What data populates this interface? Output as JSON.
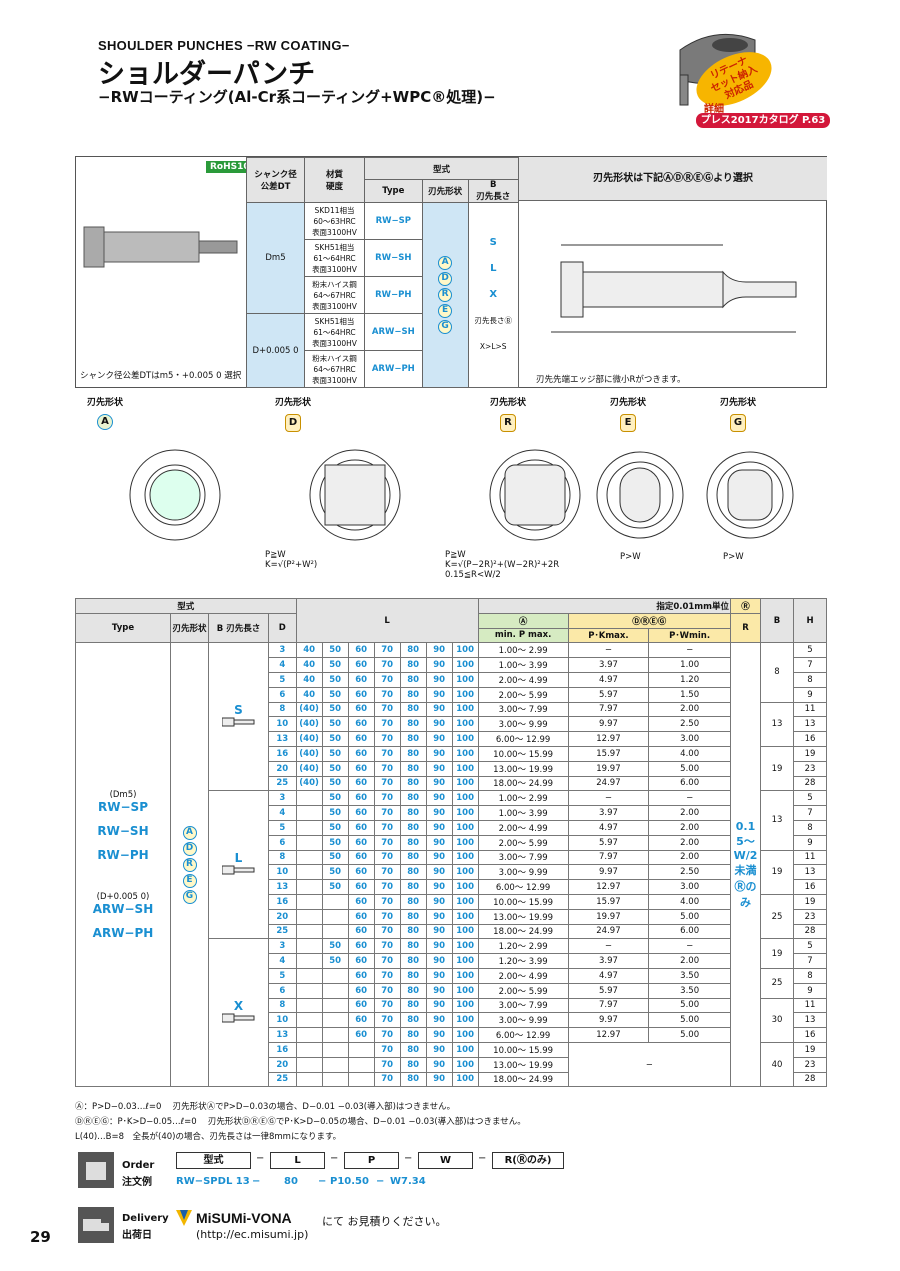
{
  "header": {
    "en": "SHOULDER PUNCHES −RW COATING−",
    "ja": "ショルダーパンチ",
    "sub": "−RWコーティング(Al-Cr系コーティング+WPC®処理)−",
    "badge": "リテーナ\nセット納入\n対応品",
    "detail": "詳細",
    "catalog": "プレス2017カタログ P.63"
  },
  "spec": {
    "rohs": "RoHS10",
    "col_shank": "シャンク径\n公差DT",
    "col_mat": "材質",
    "col_hard": "硬度",
    "col_katashiki": "型式",
    "col_type": "Type",
    "col_hasaki": "刃先形状",
    "col_blen": "B\n刃先長さ",
    "col_select": "刃先形状は下記ⒶⒹⓇⒺⒼより選択",
    "shank1": "Dm5",
    "shank2": "D+0.005 0",
    "note_shank": "シャンク径公差DTはm5・+0.005 0 選択",
    "edge_note": "刃先先端エッジ部に微小Rがつきます。",
    "rows": [
      {
        "mat": "SKD11相当\n60〜63HRC\n表面3100HV",
        "type": "RW−SP"
      },
      {
        "mat": "SKH51相当\n61〜64HRC\n表面3100HV",
        "type": "RW−SH"
      },
      {
        "mat": "粉末ハイス鋼\n64〜67HRC\n表面3100HV",
        "type": "RW−PH"
      },
      {
        "mat": "SKH51相当\n61〜64HRC\n表面3100HV",
        "type": "ARW−SH"
      },
      {
        "mat": "粉末ハイス鋼\n64〜67HRC\n表面3100HV",
        "type": "ARW−PH"
      }
    ],
    "shapes": [
      "A",
      "D",
      "R",
      "E",
      "G"
    ],
    "blens": [
      "S",
      "L",
      "X"
    ],
    "blen_note": "刃先長さⒷ\nX>L>S"
  },
  "shape_labels": [
    "刃先形状",
    "刃先形状",
    "刃先形状",
    "刃先形状",
    "刃先形状"
  ],
  "shape_notes": {
    "D": "P≧W\nK=√(P²+W²)",
    "R": "P≧W\nK=√(P−2R)²+(W−2R)²+2R\n0.15≦R<W/2",
    "E": "P>W",
    "G": "P>W"
  },
  "main": {
    "katashiki": "型式",
    "unit": "指定0.01mm単位",
    "h_type": "Type",
    "h_hasaki": "刃先形状",
    "h_blen": "B 刃先長さ",
    "h_D": "D",
    "h_L": "L",
    "h_A": "Ⓐ",
    "h_DREG": "ⒹⓇⒺⒼ",
    "h_R": "Ⓡ",
    "h_B": "B",
    "h_H": "H",
    "h_minmax": "min. P max.",
    "h_pk": "P･Kmax.",
    "h_pw": "P･Wmin.",
    "h_r": "R",
    "types_a": "(Dm5)",
    "types_b": [
      "RW−SP",
      "RW−SH",
      "RW−PH"
    ],
    "types_c": "(D+0.005 0)",
    "types_d": [
      "ARW−SH",
      "ARW−PH"
    ],
    "r_text": "0.15〜W/2未満Ⓡのみ",
    "groups": [
      {
        "blen": "S",
        "rows": [
          [
            "3",
            "40",
            "50",
            "60",
            "70",
            "80",
            "90",
            "100",
            "1.00〜 2.99",
            "−",
            "−"
          ],
          [
            "4",
            "40",
            "50",
            "60",
            "70",
            "80",
            "90",
            "100",
            "1.00〜 3.99",
            "3.97",
            "1.00"
          ],
          [
            "5",
            "40",
            "50",
            "60",
            "70",
            "80",
            "90",
            "100",
            "2.00〜 4.99",
            "4.97",
            "1.20"
          ],
          [
            "6",
            "40",
            "50",
            "60",
            "70",
            "80",
            "90",
            "100",
            "2.00〜 5.99",
            "5.97",
            "1.50"
          ],
          [
            "8",
            "(40)",
            "50",
            "60",
            "70",
            "80",
            "90",
            "100",
            "3.00〜 7.99",
            "7.97",
            "2.00"
          ],
          [
            "10",
            "(40)",
            "50",
            "60",
            "70",
            "80",
            "90",
            "100",
            "3.00〜 9.99",
            "9.97",
            "2.50"
          ],
          [
            "13",
            "(40)",
            "50",
            "60",
            "70",
            "80",
            "90",
            "100",
            "6.00〜 12.99",
            "12.97",
            "3.00"
          ],
          [
            "16",
            "(40)",
            "50",
            "60",
            "70",
            "80",
            "90",
            "100",
            "10.00〜 15.99",
            "15.97",
            "4.00"
          ],
          [
            "20",
            "(40)",
            "50",
            "60",
            "70",
            "80",
            "90",
            "100",
            "13.00〜 19.99",
            "19.97",
            "5.00"
          ],
          [
            "25",
            "(40)",
            "50",
            "60",
            "70",
            "80",
            "90",
            "100",
            "18.00〜 24.99",
            "24.97",
            "6.00"
          ]
        ]
      },
      {
        "blen": "L",
        "rows": [
          [
            "3",
            "",
            "50",
            "60",
            "70",
            "80",
            "90",
            "100",
            "1.00〜 2.99",
            "−",
            "−"
          ],
          [
            "4",
            "",
            "50",
            "60",
            "70",
            "80",
            "90",
            "100",
            "1.00〜 3.99",
            "3.97",
            "2.00"
          ],
          [
            "5",
            "",
            "50",
            "60",
            "70",
            "80",
            "90",
            "100",
            "2.00〜 4.99",
            "4.97",
            "2.00"
          ],
          [
            "6",
            "",
            "50",
            "60",
            "70",
            "80",
            "90",
            "100",
            "2.00〜 5.99",
            "5.97",
            "2.00"
          ],
          [
            "8",
            "",
            "50",
            "60",
            "70",
            "80",
            "90",
            "100",
            "3.00〜 7.99",
            "7.97",
            "2.00"
          ],
          [
            "10",
            "",
            "50",
            "60",
            "70",
            "80",
            "90",
            "100",
            "3.00〜 9.99",
            "9.97",
            "2.50"
          ],
          [
            "13",
            "",
            "50",
            "60",
            "70",
            "80",
            "90",
            "100",
            "6.00〜 12.99",
            "12.97",
            "3.00"
          ],
          [
            "16",
            "",
            "",
            "60",
            "70",
            "80",
            "90",
            "100",
            "10.00〜 15.99",
            "15.97",
            "4.00"
          ],
          [
            "20",
            "",
            "",
            "60",
            "70",
            "80",
            "90",
            "100",
            "13.00〜 19.99",
            "19.97",
            "5.00"
          ],
          [
            "25",
            "",
            "",
            "60",
            "70",
            "80",
            "90",
            "100",
            "18.00〜 24.99",
            "24.97",
            "6.00"
          ]
        ]
      },
      {
        "blen": "X",
        "rows": [
          [
            "3",
            "",
            "50",
            "60",
            "70",
            "80",
            "90",
            "100",
            "1.20〜 2.99",
            "−",
            "−"
          ],
          [
            "4",
            "",
            "50",
            "60",
            "70",
            "80",
            "90",
            "100",
            "1.20〜 3.99",
            "3.97",
            "2.00"
          ],
          [
            "5",
            "",
            "",
            "60",
            "70",
            "80",
            "90",
            "100",
            "2.00〜 4.99",
            "4.97",
            "3.50"
          ],
          [
            "6",
            "",
            "",
            "60",
            "70",
            "80",
            "90",
            "100",
            "2.00〜 5.99",
            "5.97",
            "3.50"
          ],
          [
            "8",
            "",
            "",
            "60",
            "70",
            "80",
            "90",
            "100",
            "3.00〜 7.99",
            "7.97",
            "5.00"
          ],
          [
            "10",
            "",
            "",
            "60",
            "70",
            "80",
            "90",
            "100",
            "3.00〜 9.99",
            "9.97",
            "5.00"
          ],
          [
            "13",
            "",
            "",
            "60",
            "70",
            "80",
            "90",
            "100",
            "6.00〜 12.99",
            "12.97",
            "5.00"
          ],
          [
            "16",
            "",
            "",
            "",
            "70",
            "80",
            "90",
            "100",
            "10.00〜 15.99",
            "",
            ""
          ],
          [
            "20",
            "",
            "",
            "",
            "70",
            "80",
            "90",
            "100",
            "13.00〜 19.99",
            "−",
            ""
          ],
          [
            "25",
            "",
            "",
            "",
            "70",
            "80",
            "90",
            "100",
            "18.00〜 24.99",
            "",
            ""
          ]
        ]
      }
    ],
    "bh": [
      {
        "b": "8",
        "h": [
          "5",
          "7",
          "8",
          "9"
        ]
      },
      {
        "b": "13",
        "h": [
          "11",
          "13",
          "16"
        ]
      },
      {
        "b": "19",
        "h": [
          "19",
          "23",
          "28"
        ]
      },
      {
        "b": "13",
        "h": [
          "5",
          "7",
          "8",
          "9"
        ]
      },
      {
        "b": "19",
        "h": [
          "11",
          "13",
          "16"
        ]
      },
      {
        "b": "25",
        "h": [
          "19",
          "23",
          "28"
        ]
      },
      {
        "b": "19",
        "h": [
          "5",
          "7"
        ]
      },
      {
        "b": "25",
        "h": [
          "8",
          "9"
        ]
      },
      {
        "b": "30",
        "h": [
          "11",
          "13",
          "16"
        ]
      },
      {
        "b": "40",
        "h": [
          "19",
          "23",
          "28"
        ]
      }
    ]
  },
  "notes": [
    "Ⓐ：P>D−0.03…ℓ=0　 刃先形状ⒶでP>D−0.03の場合、D−0.01 −0.03(導入部)はつきません。",
    "ⒹⓇⒺⒼ：P･K>D−0.05…ℓ=0　 刃先形状ⒹⓇⒺⒼでP･K>D−0.05の場合、D−0.01 −0.03(導入部)はつきません。",
    "L(40)…B=8　全長が(40)の場合、刃先長さは一律8mmになります。"
  ],
  "order": {
    "label": "Order",
    "label_ja": "注文例",
    "boxes": [
      "型式",
      "L",
      "P",
      "W",
      "R(Ⓡのみ)"
    ],
    "example": [
      "RW−SPDL 13",
      "80",
      "P10.50",
      "W7.34"
    ]
  },
  "delivery": {
    "label": "Delivery",
    "label_ja": "出荷日",
    "brand": "MiSUMi-VONA",
    "text": "にて お見積りください。",
    "url": "(http://ec.misumi.jp)"
  },
  "page": "29"
}
